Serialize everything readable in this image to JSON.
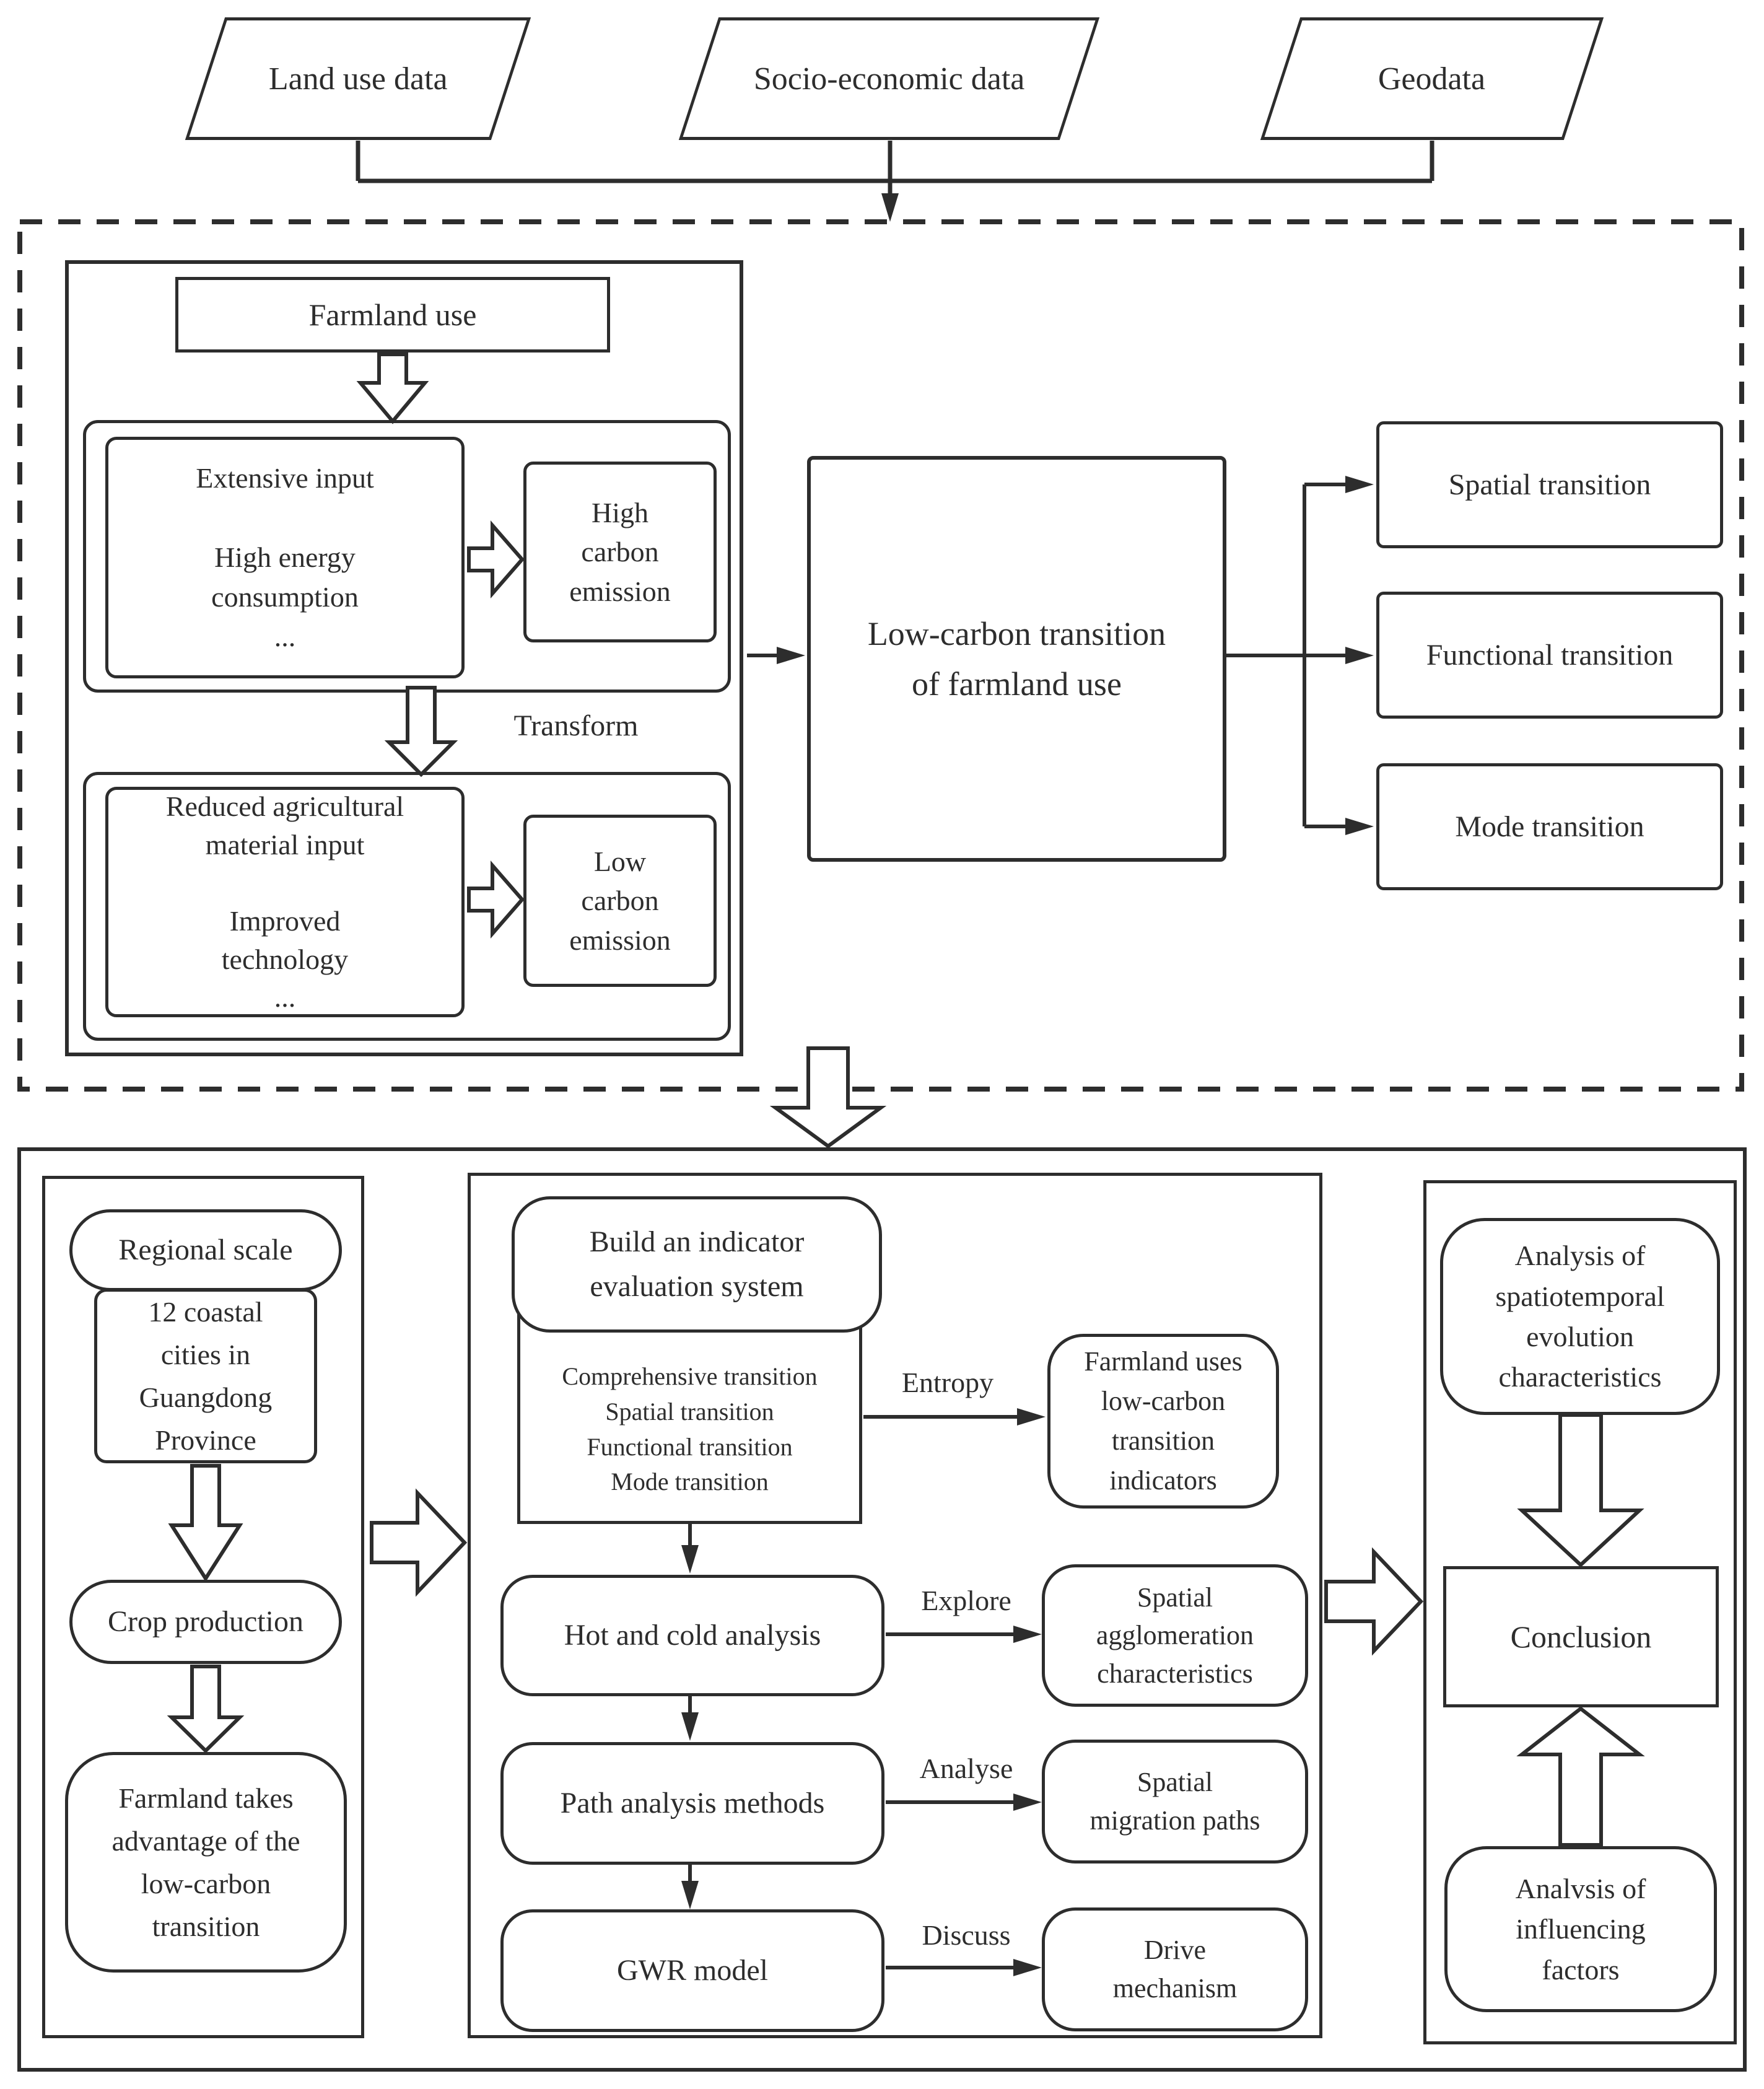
{
  "figure": {
    "sources": {
      "land_use": "Land use data",
      "socio_economic": "Socio-economic data",
      "geodata": "Geodata"
    },
    "framework": {
      "farmland_use": "Farmland use",
      "extensive": "Extensive input\n\nHigh energy\nconsumption\n...",
      "high_carbon": "High\ncarbon\nemission",
      "transform_label": "Transform",
      "reduced": "Reduced agricultural\nmaterial input\n\nImproved\ntechnology\n...",
      "low_carbon": "Low\ncarbon\nemission",
      "center": "Low-carbon transition\nof farmland use",
      "spatial": "Spatial transition",
      "functional": "Functional transition",
      "mode": "Mode transition"
    },
    "study_area": {
      "regional_scale": "Regional scale",
      "cities": "12 coastal\ncities in\nGuangdong\nProvince",
      "crop": "Crop production",
      "advantage": "Farmland takes\nadvantage of the\nlow-carbon\ntransition"
    },
    "methods": {
      "build": "Build an indicator\nevaluation system",
      "indicators": "Comprehensive transition\nSpatial transition\nFunctional transition\nMode transition",
      "entropy_label": "Entropy",
      "farmland_uses": "Farmland uses\nlow-carbon\ntransition\nindicators",
      "hot_cold": "Hot and cold analysis",
      "explore_label": "Explore",
      "agglomeration": "Spatial\nagglomeration\ncharacteristics",
      "path": "Path analysis methods",
      "analyse_label": "Analyse",
      "migration": "Spatial\nmigration paths",
      "gwr": "GWR model",
      "discuss_label": "Discuss",
      "drive": "Drive\nmechanism"
    },
    "results": {
      "spatiotemporal": "Analysis of\nspatiotemporal\nevolution\ncharacteristics",
      "conclusion": "Conclusion",
      "influencing": "Analvsis of\ninfluencing\nfactors"
    },
    "colors": {
      "ink": "#2d2d2d",
      "background": "#ffffff"
    }
  }
}
